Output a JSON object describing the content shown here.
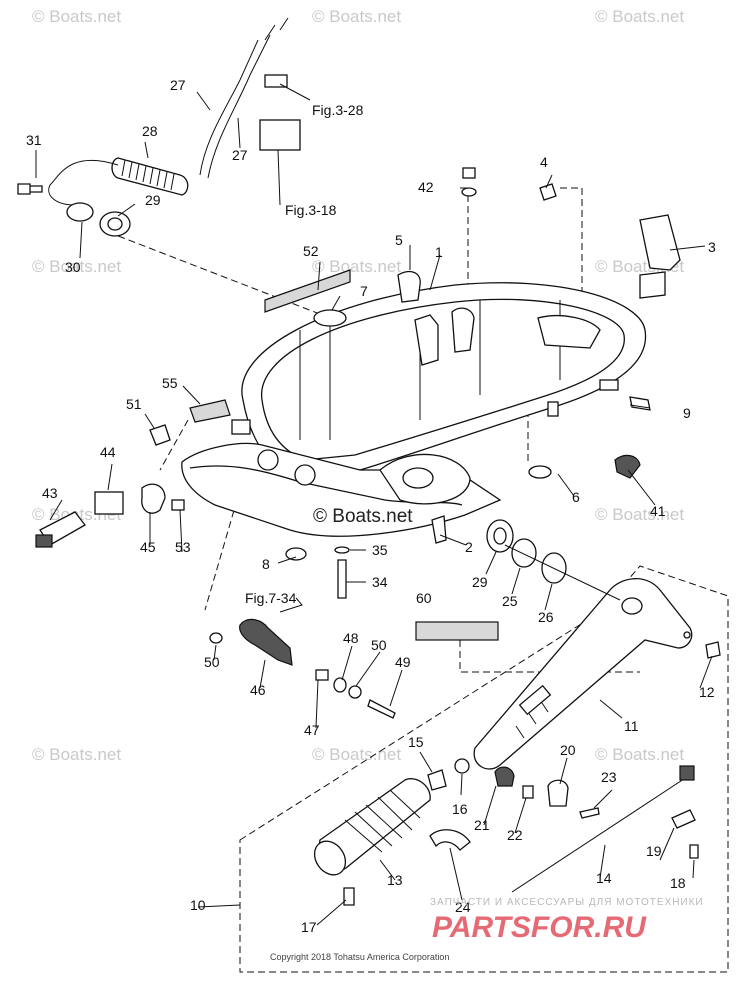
{
  "watermark": {
    "text": "© Boats.net",
    "main_text": "© Boats.net"
  },
  "figure_refs": {
    "fig_3_28": "Fig.3-28",
    "fig_3_18": "Fig.3-18",
    "fig_7_34": "Fig.7-34"
  },
  "callouts": {
    "c1": "1",
    "c2": "2",
    "c3": "3",
    "c4": "4",
    "c5": "5",
    "c6": "6",
    "c7": "7",
    "c8": "8",
    "c9": "9",
    "c10": "10",
    "c11": "11",
    "c12": "12",
    "c13": "13",
    "c14": "14",
    "c15": "15",
    "c16": "16",
    "c17": "17",
    "c18": "18",
    "c19": "19",
    "c20": "20",
    "c21": "21",
    "c22": "22",
    "c23": "23",
    "c24": "24",
    "c25": "25",
    "c26": "26",
    "c27a": "27",
    "c27b": "27",
    "c28": "28",
    "c29a": "29",
    "c29b": "29",
    "c30": "30",
    "c31": "31",
    "c34": "34",
    "c35": "35",
    "c41": "41",
    "c42": "42",
    "c43": "43",
    "c44": "44",
    "c45": "45",
    "c46": "46",
    "c47": "47",
    "c48": "48",
    "c49": "49",
    "c50a": "50",
    "c50b": "50",
    "c51": "51",
    "c52": "52",
    "c53": "53",
    "c55": "55",
    "c60": "60"
  },
  "copyright": "Copyright 2018 Tohatsu America Corporation",
  "promo": {
    "subtitle": "ЗАПЧАСТИ И АКСЕССУАРЫ ДЛЯ МОТОТЕХНИКИ",
    "site": "PARTSFOR.RU"
  }
}
